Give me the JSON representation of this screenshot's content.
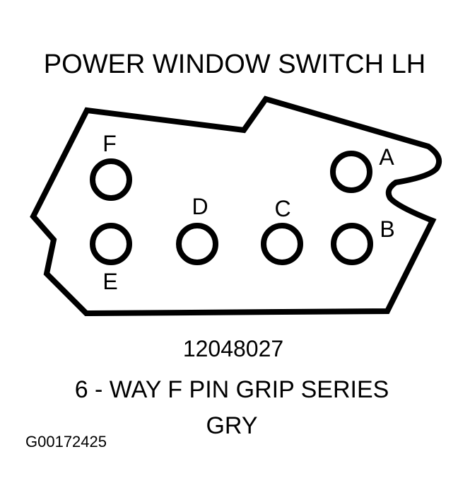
{
  "title": "POWER WINDOW SWITCH LH",
  "pins": [
    {
      "label": "F"
    },
    {
      "label": "A"
    },
    {
      "label": "D"
    },
    {
      "label": "C"
    },
    {
      "label": "B"
    },
    {
      "label": "E"
    }
  ],
  "part_number": "12048027",
  "description": "6 - WAY F PIN GRIP SERIES",
  "color_code": "GRY",
  "figure_id": "G00172425"
}
